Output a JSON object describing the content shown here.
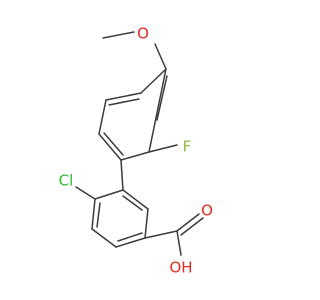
{
  "colors": {
    "bond": "#3b3b3b",
    "carbon_bond": "#3b3b3b",
    "oxygen": "#e8271f",
    "fluorine": "#8fb93c",
    "chlorine": "#2ebd2e",
    "background": "#ffffff"
  },
  "atoms": {
    "methoxy_methyl": "",
    "methoxy_oxygen": "O",
    "fluorine": "F",
    "chlorine": "Cl",
    "carbonyl_oxygen": "O",
    "hydroxyl": "OH"
  }
}
